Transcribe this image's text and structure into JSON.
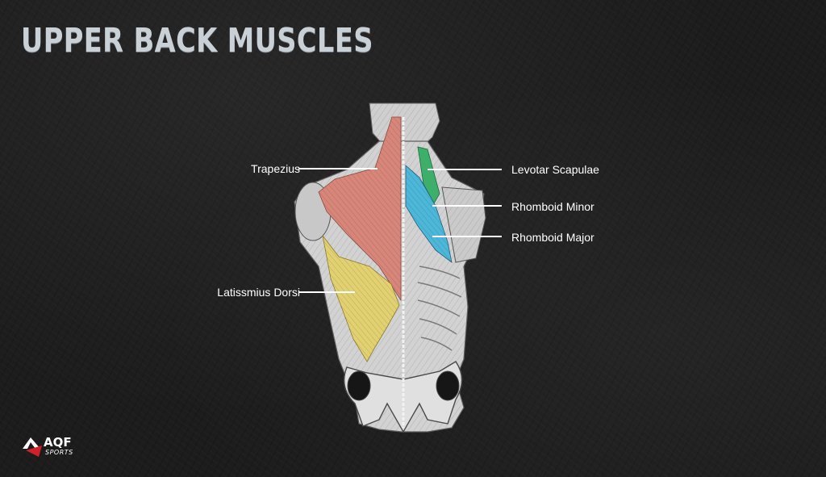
{
  "title": "UPPER BACK MUSCLES",
  "labels": {
    "trapezius": "Trapezius",
    "latissimus": "Latissmius Dorsi",
    "levator": "Levotar Scapulae",
    "rhomboid_minor": "Rhomboid Minor",
    "rhomboid_major": "Rhomboid Major"
  },
  "colors": {
    "trapezius": "#d8867a",
    "latissimus": "#e2d170",
    "levator": "#3daf6a",
    "rhomboid": "#4cb7d8",
    "bone": "#d9d9d9",
    "background": "#1c1c1c"
  },
  "logo": {
    "name": "AQF",
    "sub": "SPORTS"
  }
}
